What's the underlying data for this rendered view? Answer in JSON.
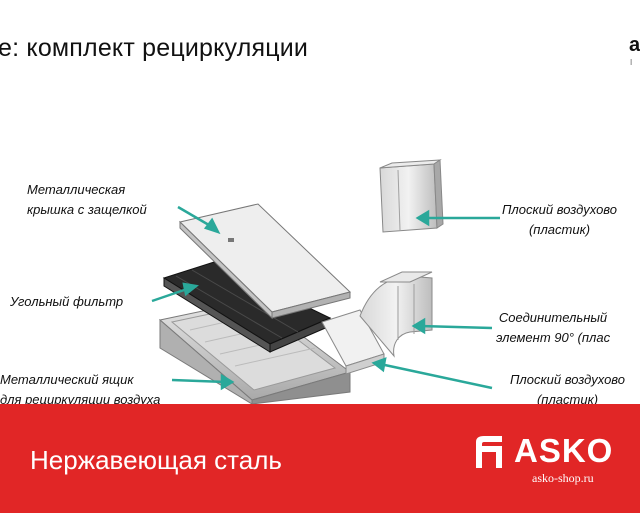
{
  "slide": {
    "title": "е: комплект рециркуляции",
    "corner_mark": "a",
    "corner_sub": "I",
    "labels": {
      "lid": [
        "Металлическая",
        "крышка с защелкой"
      ],
      "filter": "Угольный фильтр",
      "box": [
        "Металлический ящик",
        "для рециркуляции воздуха"
      ],
      "duct_top": [
        "Плоский воздухово",
        "(пластик)"
      ],
      "connector": [
        "Соединительный",
        "элемент 90° (плас"
      ],
      "duct_bottom": [
        "Плоский воздухово",
        "(пластик)"
      ]
    },
    "arrow_color": "#2aa89a"
  },
  "banner": {
    "text": "Нержавеющая сталь",
    "brand": "ASKO",
    "site": "asko-shop.ru",
    "background": "#e12626"
  }
}
